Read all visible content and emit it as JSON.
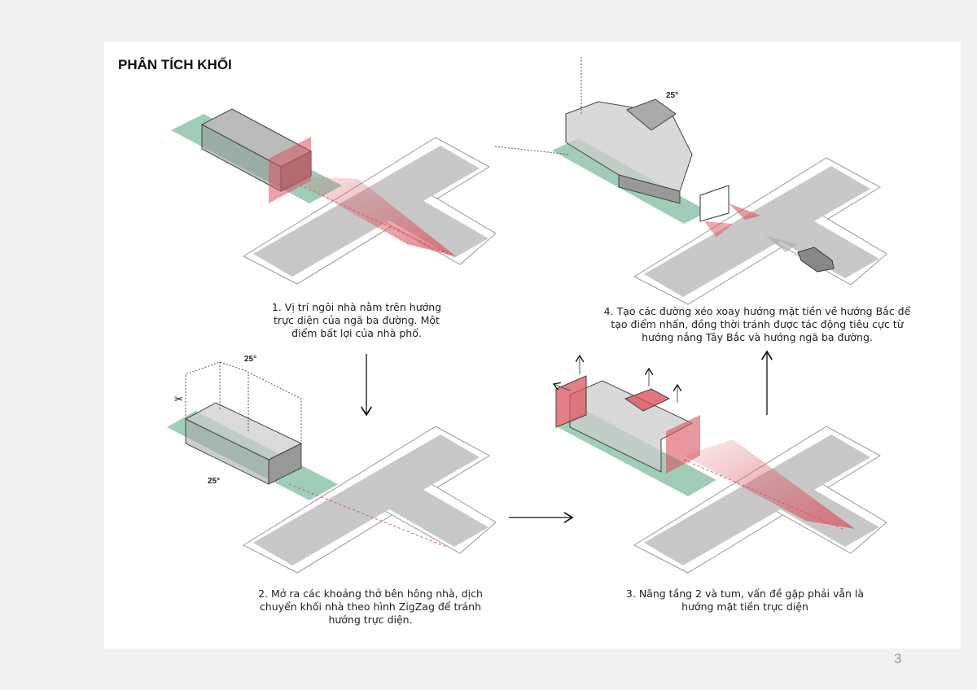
{
  "title": "PHÂN TÍCH KHỐI",
  "steps": [
    {
      "caption": "1. Vị trí ngôi nhà nằm trên hướng\ntrực diện của ngã ba đường. Một\nđiểm bất lợi của nhà phố."
    },
    {
      "caption": "2. Mở ra các khoảng thở bên hông nhà, dịch\nchuyển khối nhà theo hình ZigZag để tránh\nhướng trực diện."
    },
    {
      "caption": "3. Nâng tầng 2 và tum, vấn đề gặp phải vẫn là\nhướng mặt tiền trực diện"
    },
    {
      "caption": "4. Tạo các đường xéo xoay hướng mặt tiền về hướng Bắc để\ntạo điểm nhấn, đồng thời tránh được tác động tiêu cực từ\nhướng nắng Tây Bắc và hướng ngã ba đường."
    }
  ],
  "angle_label": "25°",
  "page_number": "3",
  "colors": {
    "road": "#c8c8c8",
    "green": "#9fcdb8",
    "red": "#d9545e",
    "box": "#9a9a9a"
  }
}
